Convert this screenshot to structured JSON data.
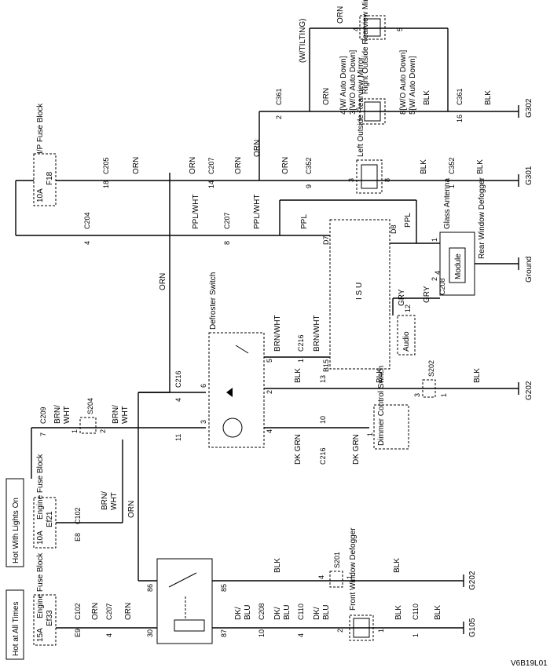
{
  "diagram_code": "V6B19L01",
  "power": {
    "hot_at_all_times": "Hot at All Times",
    "hot_with_lights_on": "Hot With Lights On",
    "engine_fuse_block": "Engine Fuse Block",
    "ip_fuse_block": "I/P Fuse Block",
    "ef33": {
      "name": "Ef33",
      "rating": "15A"
    },
    "ef21": {
      "name": "Ef21",
      "rating": "10A"
    },
    "f18": {
      "name": "F18",
      "rating": "10A"
    }
  },
  "wires": {
    "orn": "ORN",
    "blk": "BLK",
    "ppl": "PPL",
    "ppl_wht": "PPL/WHT",
    "brn": "BRN/",
    "brn_wht": "BRN/WHT",
    "wht": "WHT",
    "dk_grn": "DK GRN",
    "dk": "DK/",
    "blu": "BLU",
    "gry": "GRY"
  },
  "connectors": {
    "c102": "C102",
    "c207": "C207",
    "c208": "C208",
    "c110": "C110",
    "c204": "C204",
    "c205": "C205",
    "c209": "C209",
    "c216": "C216",
    "c352": "C352",
    "c361": "C361"
  },
  "splices": {
    "s201": "S201",
    "s202": "S202",
    "s204": "S204"
  },
  "grounds": {
    "g105": "G105",
    "g202": "G202",
    "g301": "G301",
    "g302": "G302",
    "ground": "Ground"
  },
  "components": {
    "isu": "I S U",
    "defroster_switch": "Defroster Switch",
    "dimmer_switch": "Dimmer Control Switch",
    "front_defogger": "Front Window Defogger",
    "audio": "Audio",
    "module": "Module",
    "glass_antenna": "Glass Antenna",
    "rear_defogger": "Rear Window Defogger",
    "left_mirror": "Left Outside Rearview Mirror",
    "right_mirror": "Right Outside Rearview Mirror",
    "w_tilting": "(W/TILTING)",
    "w_auto_down_4": "4[W/ Auto Down]",
    "wo_auto_down_3": "3[W/O Auto Down]",
    "wo_auto_down_8": "8[W/O Auto Down]",
    "w_auto_down_5": "5[W/ Auto Down]"
  },
  "pins": {
    "p1": "1",
    "p2": "2",
    "p3": "3",
    "p4": "4",
    "p5": "5",
    "p6": "6",
    "p7": "7",
    "p8": "8",
    "p9": "9",
    "p10": "10",
    "p11": "11",
    "p12": "12",
    "p13": "13",
    "p14": "14",
    "p16": "16",
    "p18": "18",
    "p30": "30",
    "p85": "85",
    "p86": "86",
    "p87": "87",
    "e8": "E8",
    "e9": "E9",
    "d7": "D7",
    "d8": "D8",
    "b15": "B15"
  }
}
